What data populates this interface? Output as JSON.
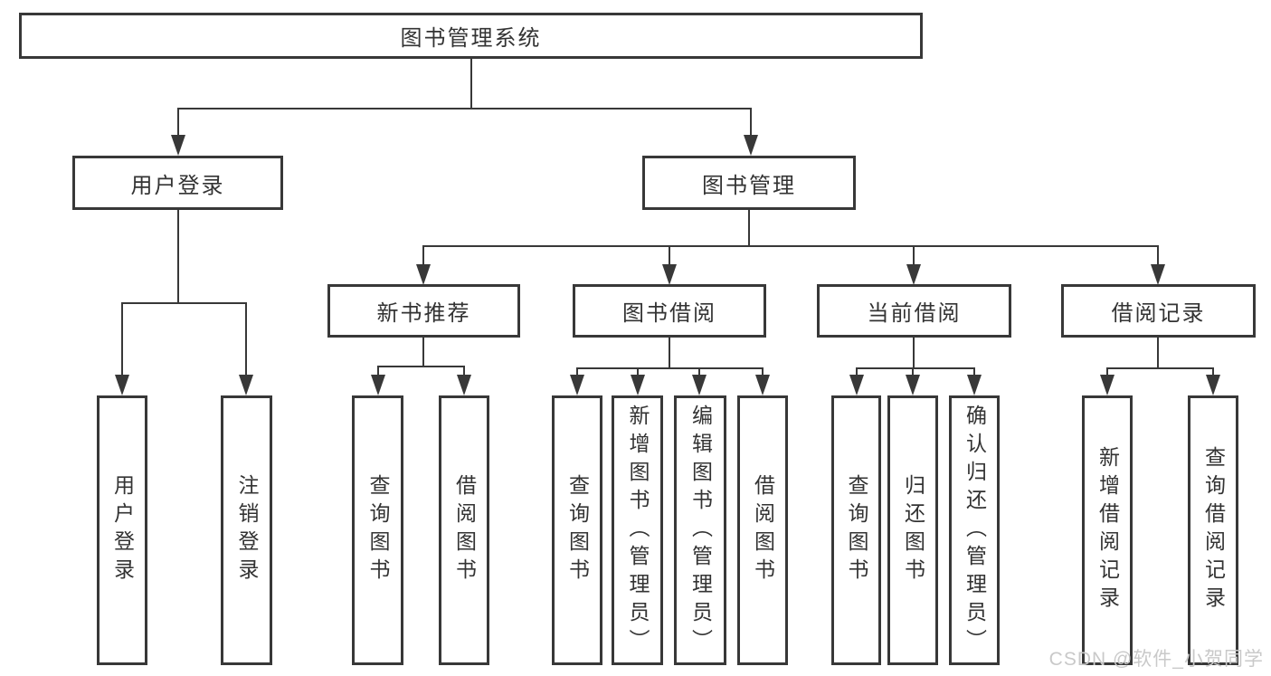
{
  "diagram": {
    "root": {
      "label": "图书管理系统"
    },
    "level2": [
      {
        "label": "用户登录"
      },
      {
        "label": "图书管理"
      }
    ],
    "level3": [
      {
        "label": "新书推荐"
      },
      {
        "label": "图书借阅"
      },
      {
        "label": "当前借阅"
      },
      {
        "label": "借阅记录"
      }
    ],
    "leaves": [
      {
        "label": "用户登录"
      },
      {
        "label": "注销登录"
      },
      {
        "label": "查询图书"
      },
      {
        "label": "借阅图书"
      },
      {
        "label": "查询图书"
      },
      {
        "label": "新增图书（管理员）"
      },
      {
        "label": "编辑图书（管理员）"
      },
      {
        "label": "借阅图书"
      },
      {
        "label": "查询图书"
      },
      {
        "label": "归还图书"
      },
      {
        "label": "确认归还（管理员）"
      },
      {
        "label": "新增借阅记录"
      },
      {
        "label": "查询借阅记录"
      }
    ],
    "watermark": "CSDN @软件_小贺同学",
    "colors": {
      "line": "#383838",
      "box_border": "#383838",
      "text": "#333333",
      "watermark": "#c9c9c9",
      "background": "#ffffff"
    }
  }
}
